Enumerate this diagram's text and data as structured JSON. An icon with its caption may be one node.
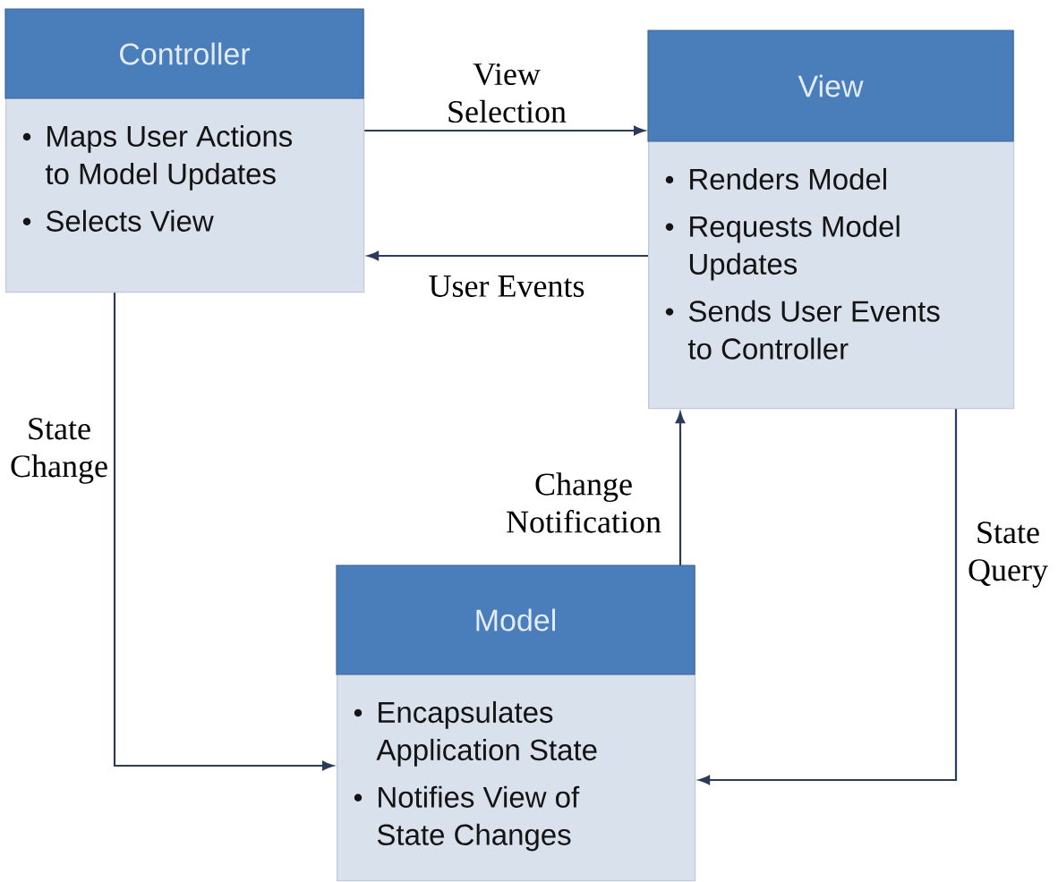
{
  "diagram": {
    "nodes": [
      {
        "text": [
          "Controller",
          "Maps User Actions to Model Updates",
          "Selects View"
        ]
      },
      {
        "text": [
          "View",
          "Renders Model",
          "Requests Model Updates",
          "Sends User Events to Controller"
        ]
      },
      {
        "text": [
          "Model",
          "Encapsulates Application State",
          "Notifies View of State Changes"
        ]
      }
    ],
    "edges": [
      {
        "from": 0,
        "to": 1,
        "arrow": "to",
        "label": "View Selection"
      },
      {
        "from": 1,
        "to": 0,
        "arrow": "to",
        "label": "User Events"
      },
      {
        "from": 0,
        "to": 2,
        "arrow": "to",
        "label": "State Change"
      },
      {
        "from": 2,
        "to": 1,
        "arrow": "to",
        "label": "Change Notification"
      },
      {
        "from": 1,
        "to": 2,
        "arrow": "to",
        "label": "State Query"
      }
    ]
  }
}
